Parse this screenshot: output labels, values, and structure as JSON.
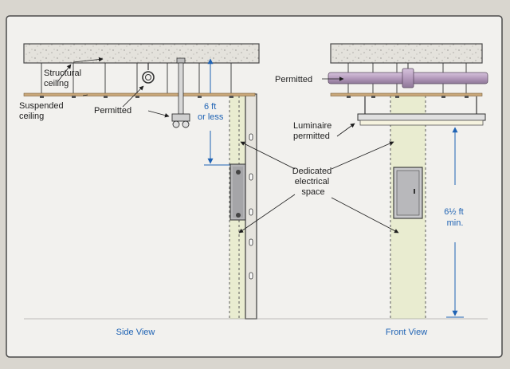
{
  "labels": {
    "structural_ceiling": [
      "Structural",
      "ceiling"
    ],
    "suspended_ceiling": [
      "Suspended",
      "ceiling"
    ],
    "permitted_side": "Permitted",
    "height_side": [
      "6 ft",
      "or less"
    ],
    "dedicated_space": [
      "Dedicated",
      "electrical",
      "space"
    ],
    "permitted_front": "Permitted",
    "luminaire": [
      "Luminaire",
      "permitted"
    ],
    "height_front": [
      "6½ ft",
      "min."
    ],
    "side_view": "Side View",
    "front_view": "Front View"
  },
  "colors": {
    "background": "#d9d6cf",
    "panel": "#f2f1ee",
    "concrete": "#e4e2dc",
    "suspended_ceiling": "#c9a779",
    "wall": "#e6e4de",
    "dedicated_space": "#e9ecd0",
    "pipe": "#b59bbd",
    "dimension_blue": "#1f63b4",
    "equipment": "#b5b5b7"
  }
}
